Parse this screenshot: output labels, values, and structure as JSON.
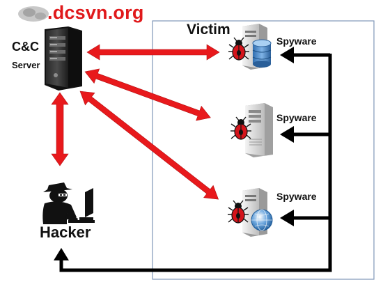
{
  "watermark": {
    "text": ".dcsvn.org",
    "color": "#e0191b"
  },
  "server": {
    "label_line1": "C&C",
    "label_line2": "Server",
    "icon": "server-tower-icon"
  },
  "victim_group": {
    "label": "Victim",
    "border_color": "#7f97b8"
  },
  "victims": [
    {
      "spyware_label": "Spyware",
      "icon": "database-server-icon"
    },
    {
      "spyware_label": "Spyware",
      "icon": "desktop-computer-icon"
    },
    {
      "spyware_label": "Spyware",
      "icon": "web-server-globe-icon"
    }
  ],
  "hacker": {
    "label": "Hacker",
    "icon": "hacker-at-computer-icon"
  },
  "colors": {
    "c2_link": "#e8191c",
    "exfil_path": "#000000",
    "bug": "#d4141b"
  }
}
